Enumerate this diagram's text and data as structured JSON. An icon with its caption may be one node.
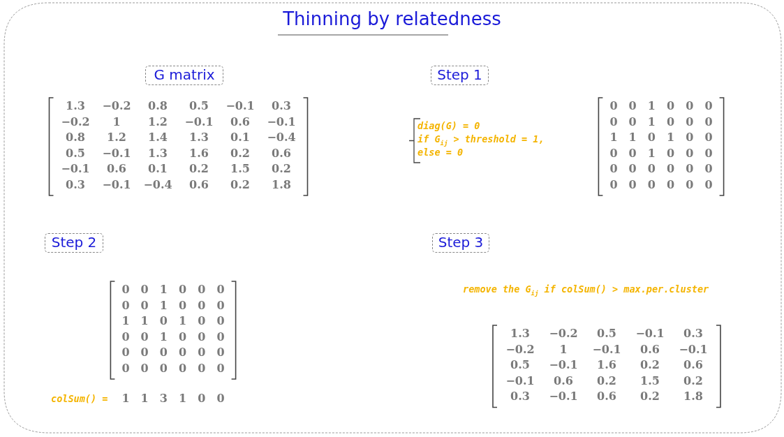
{
  "diagram": {
    "title": "Thinning by relatedness",
    "nodes": [
      {
        "text": [
          "G matrix"
        ]
      },
      {
        "text": [
          "Step 1"
        ]
      },
      {
        "text": [
          "Step 2"
        ]
      },
      {
        "text": [
          "Step 3"
        ]
      }
    ],
    "labels": [
      "1.3",
      "−0.2",
      "0.8",
      "0.5",
      "−0.1",
      "0.3",
      "−0.2",
      "1",
      "1.2",
      "−0.1",
      "0.6",
      "−0.1",
      "0.8",
      "1.2",
      "1.4",
      "1.3",
      "0.1",
      "−0.4",
      "0.5",
      "−0.1",
      "1.3",
      "1.6",
      "0.2",
      "0.6",
      "−0.1",
      "0.6",
      "0.1",
      "0.2",
      "1.5",
      "0.2",
      "0.3",
      "−0.1",
      "−0.4",
      "0.6",
      "0.2",
      "1.8",
      "diag(G) = 0",
      "if G$_{ij}$ > threshold = 1,",
      "else = 0",
      "0",
      "0",
      "1",
      "0",
      "0",
      "0",
      "0",
      "0",
      "1",
      "0",
      "0",
      "0",
      "1",
      "1",
      "0",
      "1",
      "0",
      "0",
      "0",
      "0",
      "1",
      "0",
      "0",
      "0",
      "0",
      "0",
      "0",
      "0",
      "0",
      "0",
      "0",
      "0",
      "0",
      "0",
      "0",
      "0",
      "remove the G$_{ij}$ if colSum() > max.per.cluster",
      "0",
      "0",
      "1",
      "0",
      "0",
      "0",
      "0",
      "0",
      "1",
      "0",
      "0",
      "0",
      "1",
      "1",
      "0",
      "1",
      "0",
      "0",
      "0",
      "0",
      "1",
      "0",
      "0",
      "0",
      "0",
      "0",
      "0",
      "0",
      "0",
      "0",
      "0",
      "0",
      "0",
      "0",
      "0",
      "0",
      "colSum() =",
      "1",
      "1",
      "3",
      "1",
      "0",
      "0",
      "1.3",
      "−0.2",
      "0.5",
      "−0.1",
      "0.3",
      "−0.2",
      "1",
      "−0.1",
      "0.6",
      "−0.1",
      "0.5",
      "−0.1",
      "1.6",
      "0.2",
      "0.6",
      "−0.1",
      "0.6",
      "0.2",
      "1.5",
      "0.2",
      "0.3",
      "−0.1",
      "0.6",
      "0.2",
      "1.8"
    ]
  }
}
